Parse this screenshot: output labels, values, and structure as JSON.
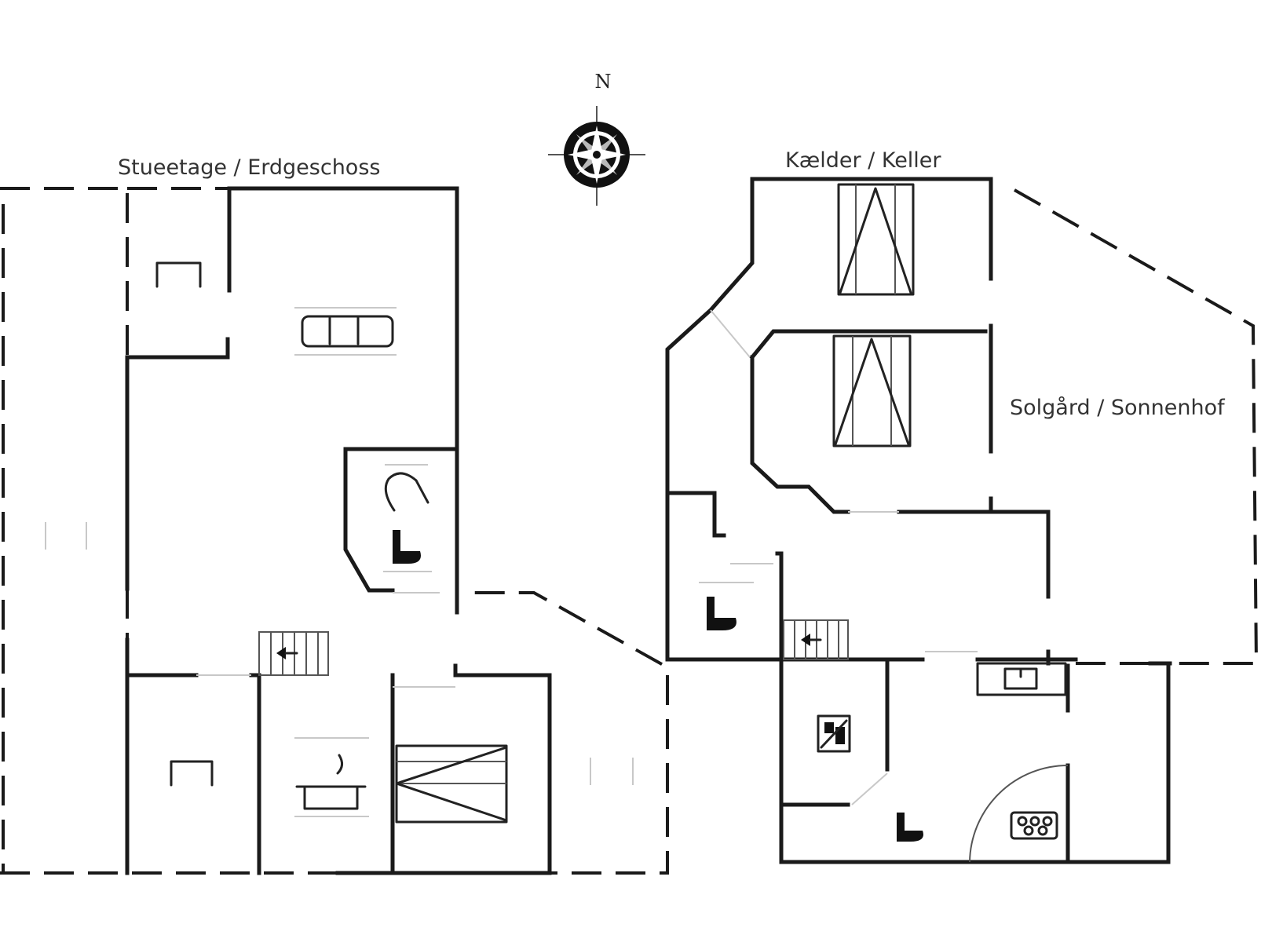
{
  "compass": {
    "north_label": "N"
  },
  "floors": {
    "ground": {
      "label": "Stueetage / Erdgeschoss"
    },
    "basement": {
      "label": "Kælder / Keller"
    }
  },
  "areas": {
    "terrace": {
      "label": "Solgård / Sonnenhof"
    }
  },
  "icons": [
    "sofa-icon",
    "shower-icon",
    "toilet-icon",
    "bed-icon",
    "kitchen-pot-icon",
    "stairs-icon",
    "washing-machine-icon",
    "sink-icon",
    "stove-icon",
    "compass-rose-icon"
  ]
}
